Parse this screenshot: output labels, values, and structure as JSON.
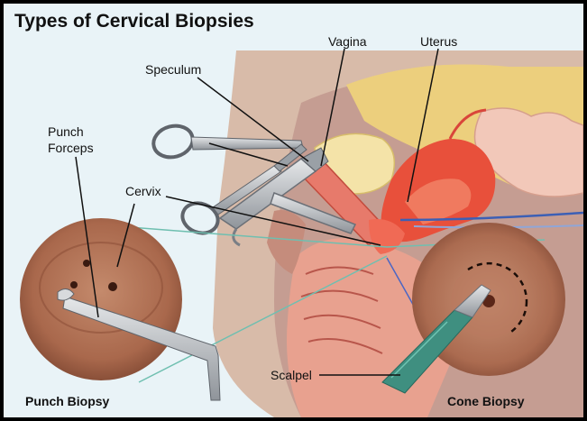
{
  "title": "Types of Cervical Biopsies",
  "labels": {
    "vagina": "Vagina",
    "uterus": "Uterus",
    "speculum": "Speculum",
    "punch_forceps_line1": "Punch",
    "punch_forceps_line2": "Forceps",
    "cervix": "Cervix",
    "scalpel": "Scalpel",
    "punch_biopsy": "Punch Biopsy",
    "cone_biopsy": "Cone Biopsy"
  },
  "colors": {
    "background": "#e9f3f7",
    "skin": "#d7b8a6",
    "tissue_pink": "#e59a92",
    "uterus_red": "#e8503b",
    "cervix_view": "#a86a50",
    "instrument_steel": "#b9bdc2",
    "scalpel_teal": "#3f8f80"
  }
}
